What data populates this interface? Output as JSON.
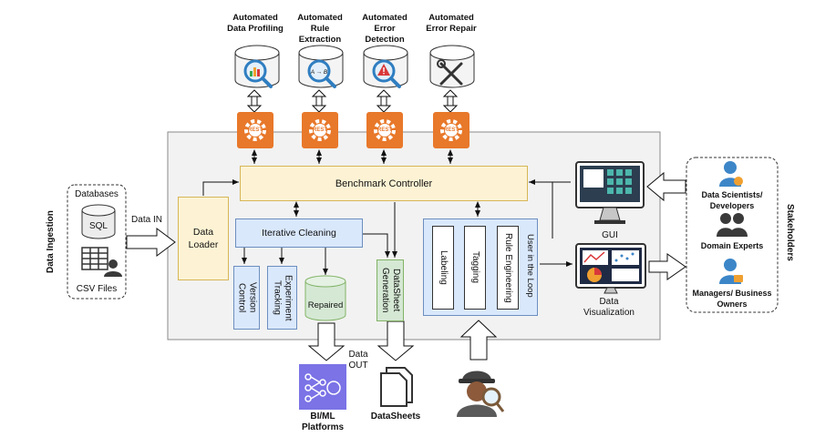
{
  "tools": [
    {
      "label": "Automated Data Profiling",
      "icon": "magnifier-chart-icon"
    },
    {
      "label": "Automated Rule Extraction",
      "icon": "magnifier-rule-icon",
      "glyph": "A → B"
    },
    {
      "label": "Automated Error Detection",
      "icon": "magnifier-warning-icon"
    },
    {
      "label": "Automated Error Repair",
      "icon": "wrench-screwdriver-icon"
    }
  ],
  "rest_label": "REST",
  "ingestion": {
    "side_label": "Data Ingestion",
    "databases_label": "Databases",
    "sql_label": "SQL",
    "csv_label": "CSV Files",
    "data_in_label": "Data IN"
  },
  "data_loader_label": "Data Loader",
  "benchmark_controller_label": "Benchmark Controller",
  "iterative_cleaning_label": "Iterative Cleaning",
  "version_control_label": "Version Control",
  "experiment_tracking_label": "Experiment Tracking",
  "repaired_label": "Repaired",
  "datasheet_generation_label": "DataSheet Generation",
  "loop": {
    "labeling": "Labeling",
    "tagging": "Tagging",
    "rule_engineering": "Rule Engineering",
    "user_in_loop": "User in the Loop"
  },
  "gui_label": "GUI",
  "data_visualization_label": "Data Visualization",
  "data_out_label": "Data OUT",
  "bi_ml_label": "BI/ML Platforms",
  "datasheets_label": "DataSheets",
  "stakeholders": {
    "side_label": "Stakeholders",
    "groups": [
      "Data Scientists/ Developers",
      "Domain Experts",
      "Managers/ Business Owners"
    ]
  },
  "colors": {
    "yellow_fill": "#fdf3d4",
    "yellow_border": "#d6b656",
    "blue_fill": "#dae8fc",
    "blue_border": "#6c8ebf",
    "green_fill": "#d5e8d4",
    "green_border": "#82b366",
    "rest_orange": "#e8782a",
    "platform_purple": "#7b73e6",
    "person_blue": "#3c86c8"
  }
}
